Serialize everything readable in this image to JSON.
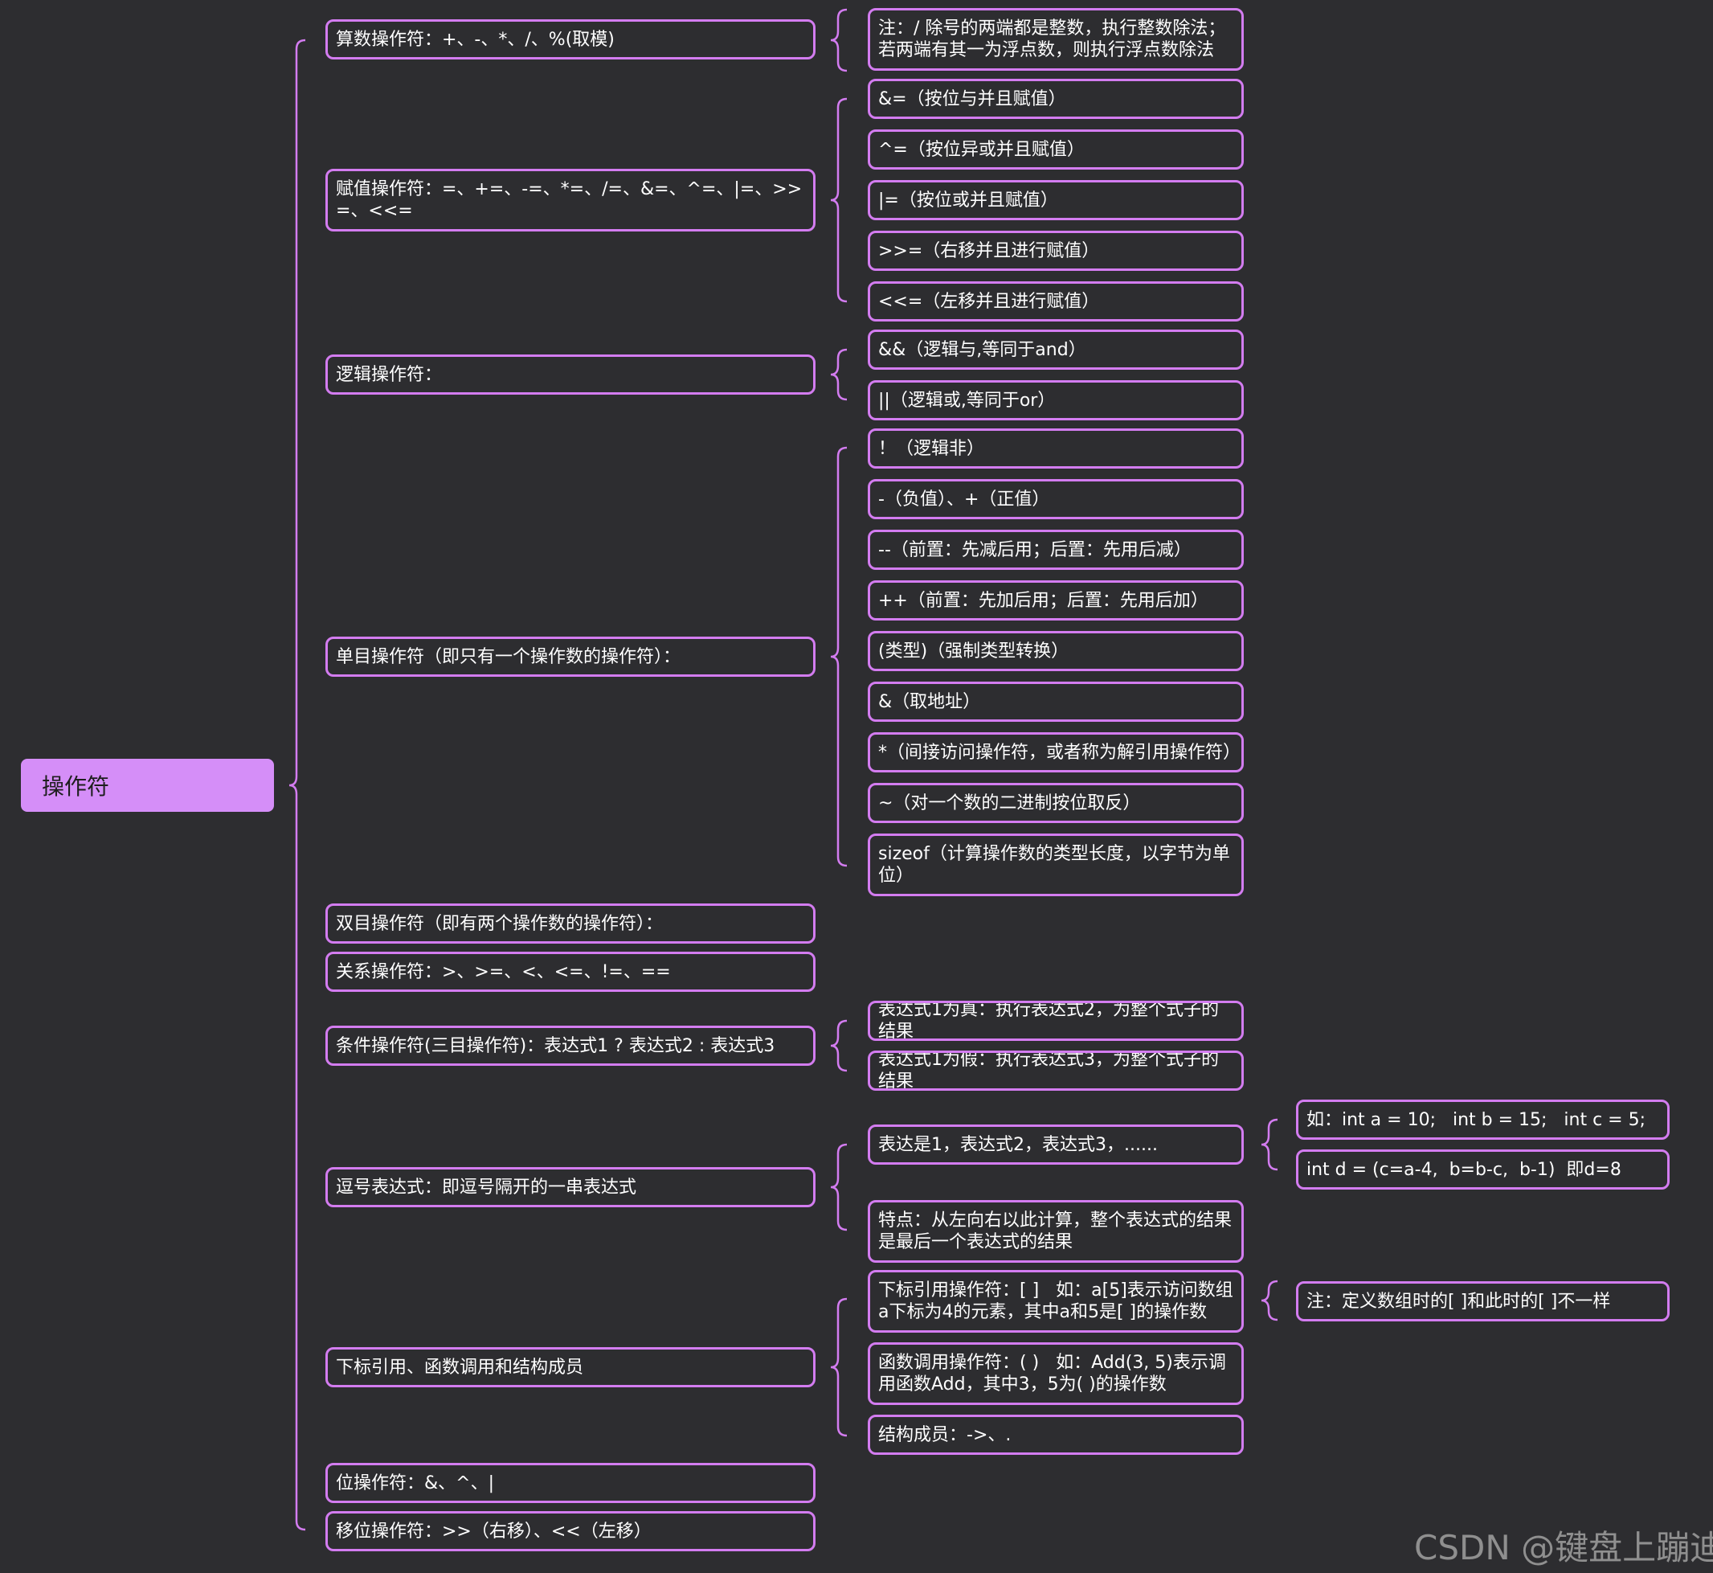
{
  "root": {
    "label": "操作符"
  },
  "level1": [
    {
      "text": "算数操作符：+、-、*、/、%(取模)"
    },
    {
      "text": "赋值操作符：=、+=、-=、*=、/=、&=、^=、|=、>>=、<<="
    },
    {
      "text": "逻辑操作符："
    },
    {
      "text": "单目操作符（即只有一个操作数的操作符）："
    },
    {
      "text": "双目操作符（即有两个操作数的操作符）："
    },
    {
      "text": "关系操作符：>、>=、<、<=、!=、=="
    },
    {
      "text": "条件操作符(三目操作符)：表达式1 ? 表达式2 : 表达式3"
    },
    {
      "text": "逗号表达式：即逗号隔开的一串表达式"
    },
    {
      "text": "下标引用、函数调用和结构成员"
    },
    {
      "text": "位操作符：&、^、|"
    },
    {
      "text": "移位操作符：>>（右移）、<<（左移）"
    }
  ],
  "level2": [
    {
      "text": "注：/ 除号的两端都是整数，执行整数除法；若两端有其一为浮点数，则执行浮点数除法"
    },
    {
      "text": "&=（按位与并且赋值）"
    },
    {
      "text": "^=（按位异或并且赋值）"
    },
    {
      "text": "|=（按位或并且赋值）"
    },
    {
      "text": ">>=（右移并且进行赋值）"
    },
    {
      "text": "<<=（左移并且进行赋值）"
    },
    {
      "text": "&&（逻辑与,等同于and）"
    },
    {
      "text": "||（逻辑或,等同于or）"
    },
    {
      "text": "！（逻辑非）"
    },
    {
      "text": "-（负值）、+（正值）"
    },
    {
      "text": "--（前置：先减后用；后置：先用后减）"
    },
    {
      "text": "++（前置：先加后用；后置：先用后加）"
    },
    {
      "text": "(类型)（强制类型转换）"
    },
    {
      "text": "&（取地址）"
    },
    {
      "text": "*（间接访问操作符，或者称为解引用操作符）"
    },
    {
      "text": "~（对一个数的二进制按位取反）"
    },
    {
      "text": "sizeof（计算操作数的类型长度，以字节为单位）"
    },
    {
      "text": "表达式1为真：执行表达式2，为整个式子的结果"
    },
    {
      "text": "表达式1为假：执行表达式3，为整个式子的结果"
    },
    {
      "text": "表达是1，表达式2，表达式3，......"
    },
    {
      "text": "特点：从左向右以此计算，整个表达式的结果是最后一个表达式的结果"
    },
    {
      "text": "下标引用操作符：[ ]   如：a[5]表示访问数组a下标为4的元素，其中a和5是[ ]的操作数"
    },
    {
      "text": "函数调用操作符：( )   如：Add(3, 5)表示调用函数Add，其中3，5为( )的操作数"
    },
    {
      "text": "结构成员：->、."
    }
  ],
  "level3": [
    {
      "text": "如：int a = 10;   int b = 15;   int c = 5;"
    },
    {
      "text": "int d = (c=a-4,  b=b-c,  b-1)  即d=8"
    },
    {
      "text": "注：定义数组时的[ ]和此时的[ ]不一样"
    }
  ],
  "watermark": "CSDN @键盘上蹦迪",
  "colors": {
    "background": "#2d2d30",
    "accent": "#d37cf0",
    "root_fill": "#d58ef8",
    "text": "#ffffff"
  }
}
